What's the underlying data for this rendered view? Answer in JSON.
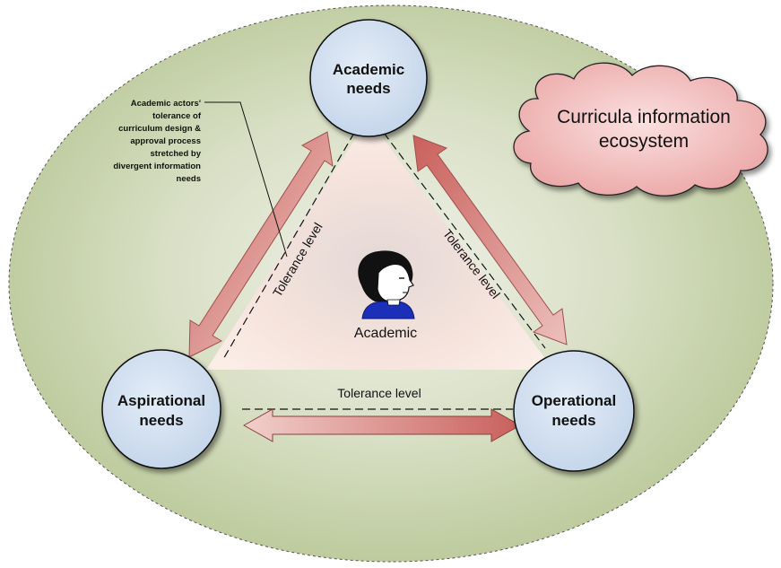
{
  "ecosystem": {
    "label_line1": "Curricula information",
    "label_line2": "ecosystem"
  },
  "nodes": {
    "academic": {
      "line1": "Academic",
      "line2": "needs"
    },
    "aspirational": {
      "line1": "Aspirational",
      "line2": "needs"
    },
    "operational": {
      "line1": "Operational",
      "line2": "needs"
    }
  },
  "tolerance": {
    "left": "Tolerance level",
    "right": "Tolerance level",
    "bottom": "Tolerance level"
  },
  "annotation": {
    "lines": [
      "Academic actors'",
      "tolerance of",
      "curriculum design &",
      "approval process",
      "stretched by",
      "divergent information",
      "needs"
    ]
  },
  "center": {
    "label": "Academic"
  },
  "colors": {
    "ellipse_center": "#eef1e6",
    "ellipse_edge": "#bcca9c",
    "node_fill": "#d3e1f1",
    "arrow_fill": "#d47a76",
    "cloud_fill": "#f3bcbc",
    "person_shirt": "#1b2fb8"
  }
}
